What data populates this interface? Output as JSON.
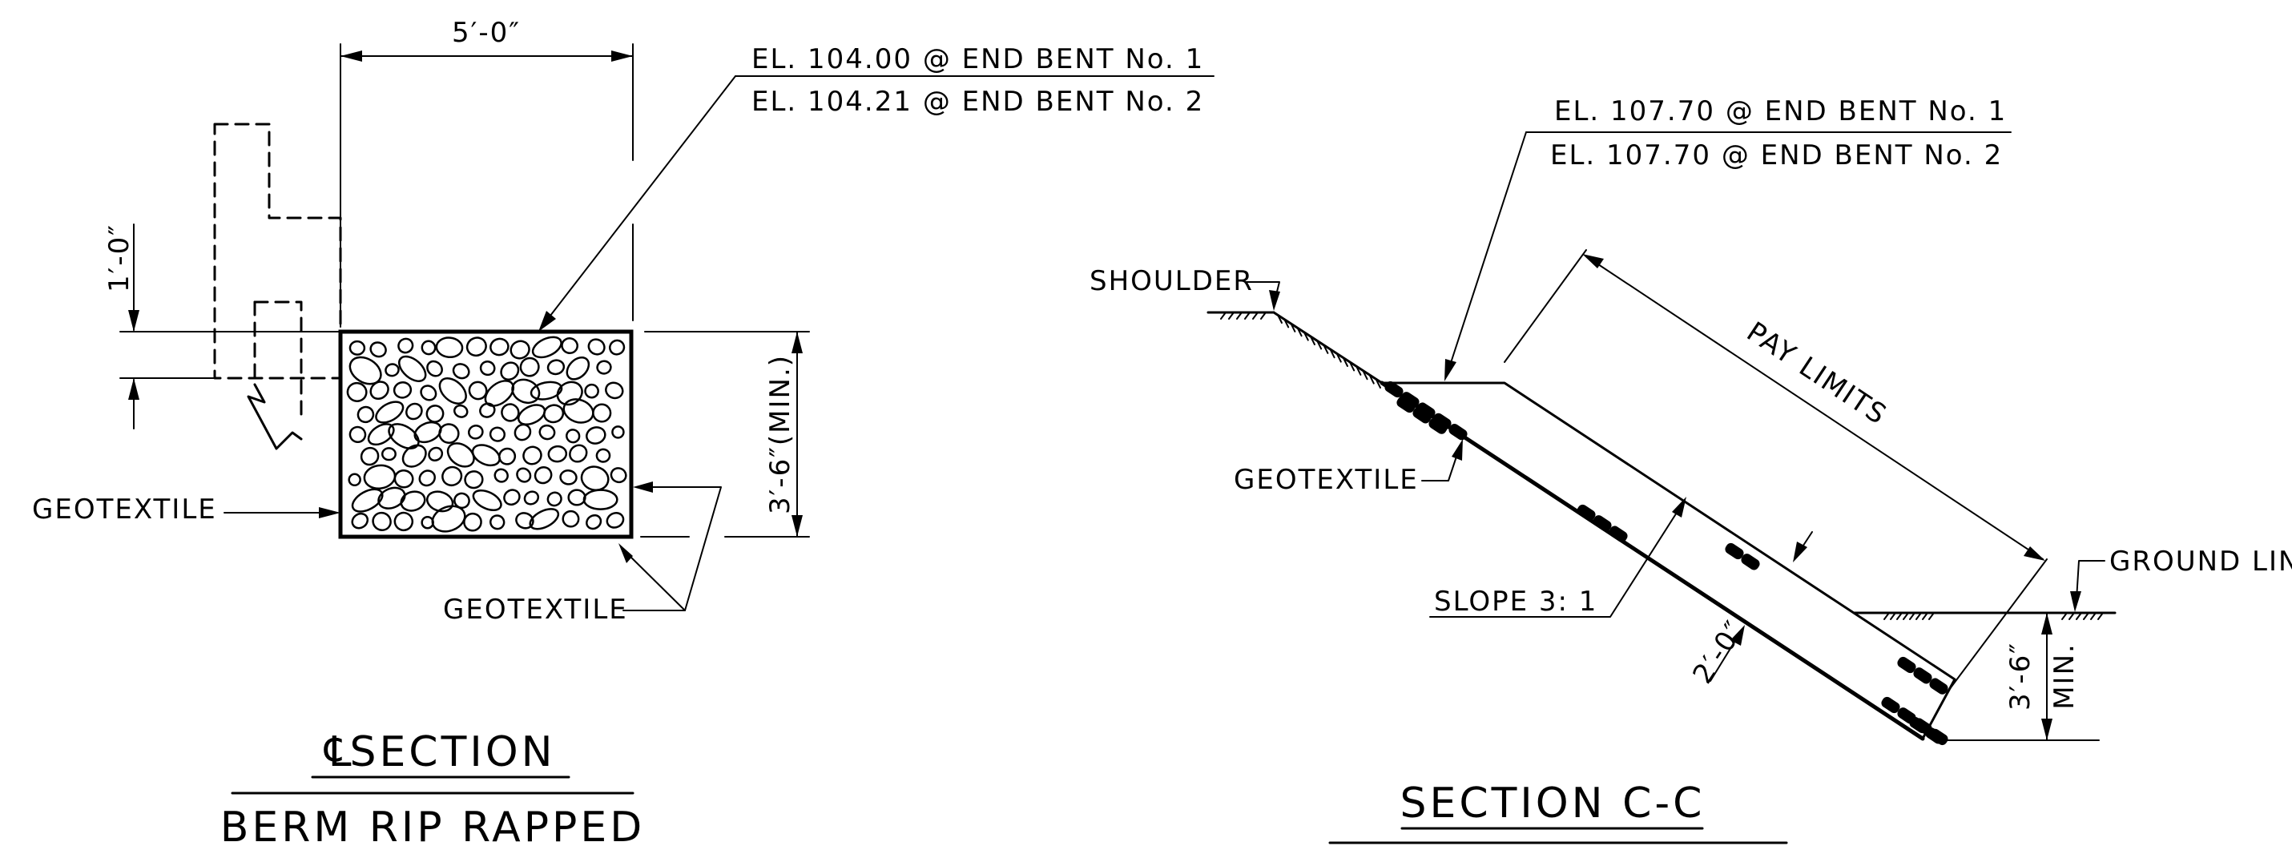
{
  "left_view": {
    "dim_width": "5′-0″",
    "dim_offset": "1′-0″",
    "dim_depth": "3′-6″(MIN.)",
    "callout_el_1": "EL. 104.00  @ END BENT No. 1",
    "callout_el_2": "EL. 104.21  @ END BENT No. 2",
    "label_geotextile_left": "GEOTEXTILE",
    "label_geotextile_bottom": "GEOTEXTILE",
    "title_symbol": "℄",
    "title_line_1": "SECTION",
    "title_line_2": "BERM RIP RAPPED"
  },
  "right_view": {
    "callout_el_1": "EL. 107.70  @ END BENT No. 1",
    "callout_el_2": "EL. 107.70  @ END BENT No. 2",
    "label_shoulder": "SHOULDER",
    "label_geotextile": "GEOTEXTILE",
    "label_pay_limits": "PAY LIMITS",
    "label_ground_line": "GROUND LIN",
    "label_slope": "SLOPE 3: 1",
    "dim_thickness": "2′-0″",
    "dim_depth": "3′-6″",
    "dim_min": "MIN.",
    "title": "SECTION C-C"
  },
  "colors": {
    "ink": "#000000",
    "background": "#ffffff"
  }
}
